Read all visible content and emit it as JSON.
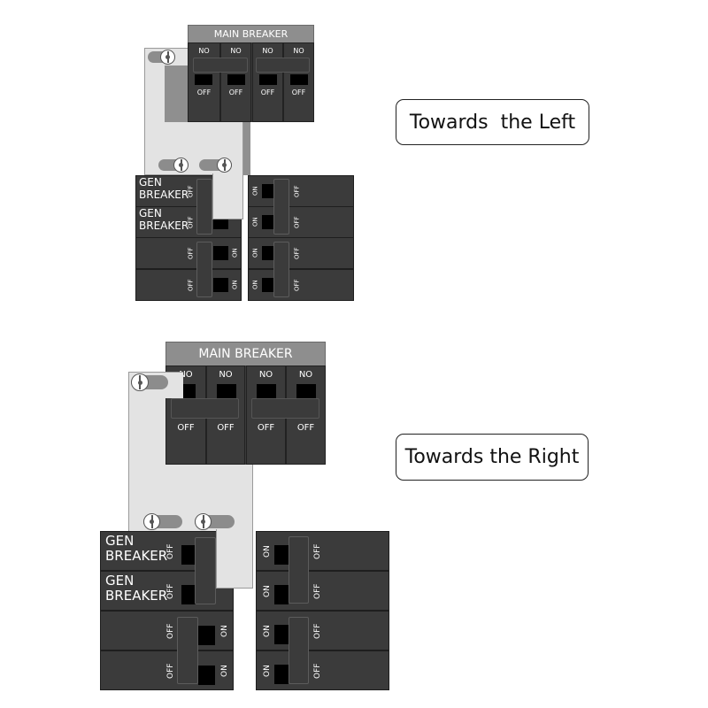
{
  "diagrams": [
    {
      "caption": "Towards  the Left",
      "main_breaker": {
        "title": "MAIN BREAKER",
        "pole_labels_top": [
          "NO",
          "NO",
          "NO",
          "NO"
        ],
        "pole_labels_bottom": [
          "OFF",
          "OFF",
          "OFF",
          "OFF"
        ]
      },
      "gen_breaker_labels": [
        "GEN BREAKER",
        "GEN BREAKER"
      ],
      "on_label": "ON",
      "off_label": "OFF",
      "interlock_direction": "left"
    },
    {
      "caption": "Towards the Right",
      "main_breaker": {
        "title": "MAIN BREAKER",
        "pole_labels_top": [
          "NO",
          "NO",
          "NO",
          "NO"
        ],
        "pole_labels_bottom": [
          "OFF",
          "OFF",
          "OFF",
          "OFF"
        ]
      },
      "gen_breaker_labels": [
        "GEN BREAKER",
        "GEN BREAKER"
      ],
      "on_label": "ON",
      "off_label": "OFF",
      "interlock_direction": "right"
    }
  ]
}
